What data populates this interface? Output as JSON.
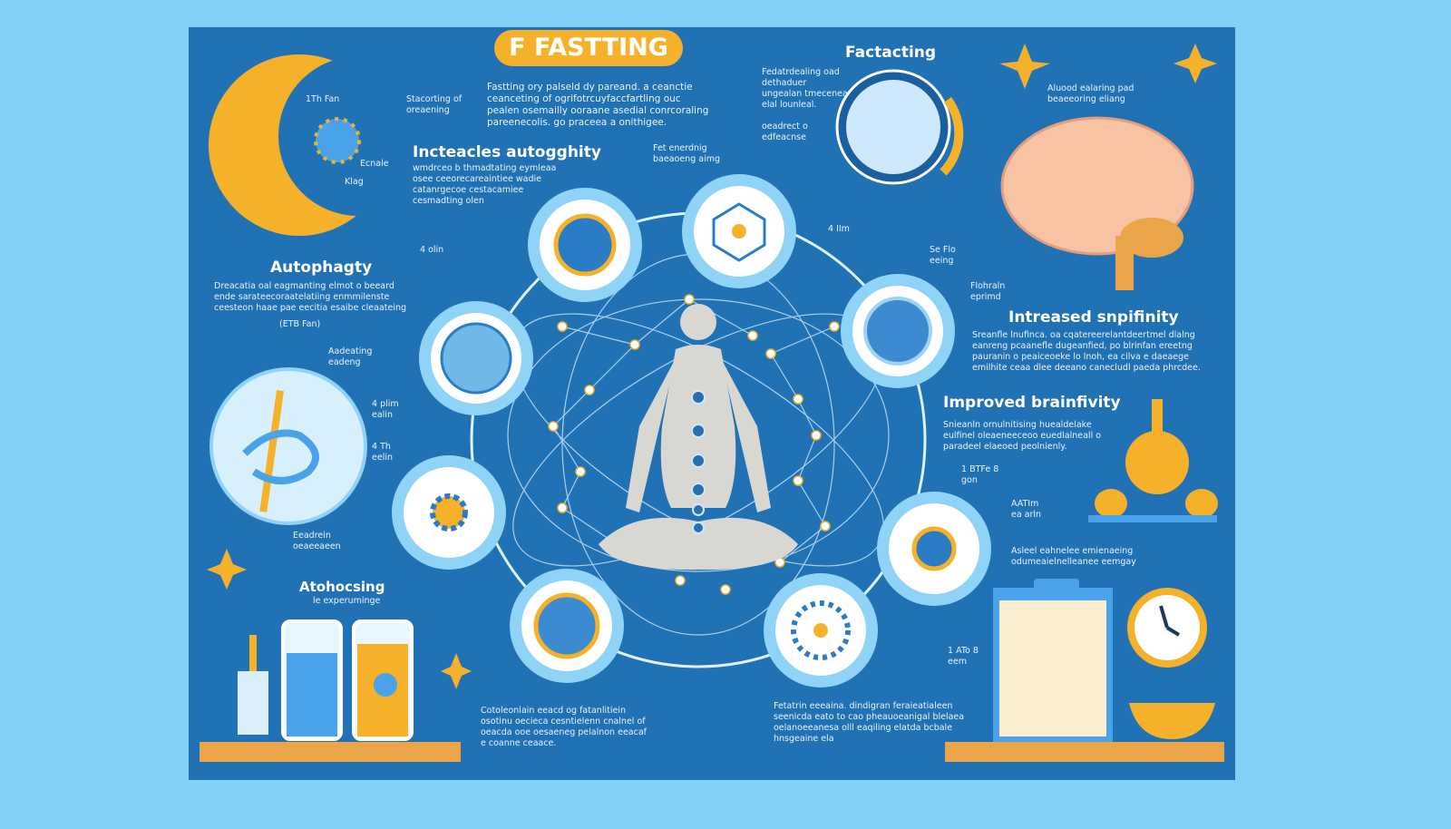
{
  "title": "F FASTTING",
  "colors": {
    "background": "#82d2f8",
    "panel": "#2171b5",
    "accent": "#f6b12b",
    "circle": "#8fd3f7"
  },
  "sections": {
    "intro": "Fastting ory palseld dy pareand. a ceanctie ceanceting of ogrifotrcuyfaccfartling ouc pealen osemailly ooraane asedial conrcoraling pareenecolis. go praceea a onithigee.",
    "increases_autophagy": {
      "heading": "Incteacles autogghity",
      "body": "wmdrceo b thmadtating eymleaa osee ceeorecareaintiee wadie catanrgecoe cestacamiee cesmadting olen"
    },
    "autophagy": {
      "heading": "Autophagty",
      "body": "Dreacatia oal eagmanting elmot o beeard ende sarateecoraatelatiing enmmilenste ceesteon haae pae eecitia esaibe cleaateing",
      "note": "(ETB Fan)"
    },
    "atohocsing": {
      "heading": "Atohocsing",
      "body": "le experuminge"
    },
    "factacting": {
      "heading": "Factacting",
      "body": "Fedatrdealing oad dethaduer ungealan tmecenea elal lounleal.",
      "note": "oeadrect o edfeacnse"
    },
    "increased_sensitivity": {
      "heading": "Intreased snpifinity",
      "body": "Sreanfle lnufinca. oa cqatereerelantdeertmel dlalng eanreng pcaanefle dugeanfied, po blrinfan ereetng pauranin o peaiceoeke lo lnoh, ea cilva e daeaege emilhite ceaa dlee deeano canecludl paeda phrcdee."
    },
    "improved_brain": {
      "heading": "Improved brainfivity",
      "body": "Snieanln ornulnitising huealdelake eulfinel oleaeneeceoo euedlalneall o paradeel elaeoed peolnienly."
    },
    "bottom_center": "Cotoleonlain eeacd og fatanlitiein osotinu oecieca cesntielenn cnalnel of oeacda ooe oesaeneg pelalnon eeacaf e coanne ceaace.",
    "bottom_right": "Fetatrin eeeaina. dindigran feraieatialeen seenicda eato to cao pheauoeanigal blelaea oelanoeeanesa olll eaqiling elatda bcbale hnsgeaine ela",
    "labels": {
      "moon_a": "1Th Fan",
      "moon_b": "Stacorting of oreaening",
      "moon_c": "Ecnale",
      "moon_d": "Klag",
      "moon_e": "4 olin",
      "left_a": "Aadeating eadeng",
      "left_b": "4 plim ealin",
      "left_c": "4 Th eelin",
      "left_d": "Eeadrein oeaeeaeen",
      "mid_a": "Fet enerdnig baeaoeng aimg",
      "fact_a": "4 IIm",
      "brain_a": "Aluood ealaring pad beaeeoring eliang",
      "brain_b": "Se Flo eeing",
      "brain_c": "Flohraln eprimd",
      "right_a": "1 BTFe 8 gon",
      "right_b": "AATIm ea arln",
      "right_c": "Asleel eahnelee emienaeing odumeaielnelleanee eemgay",
      "right_d": "1 ATo 8 eem"
    }
  }
}
